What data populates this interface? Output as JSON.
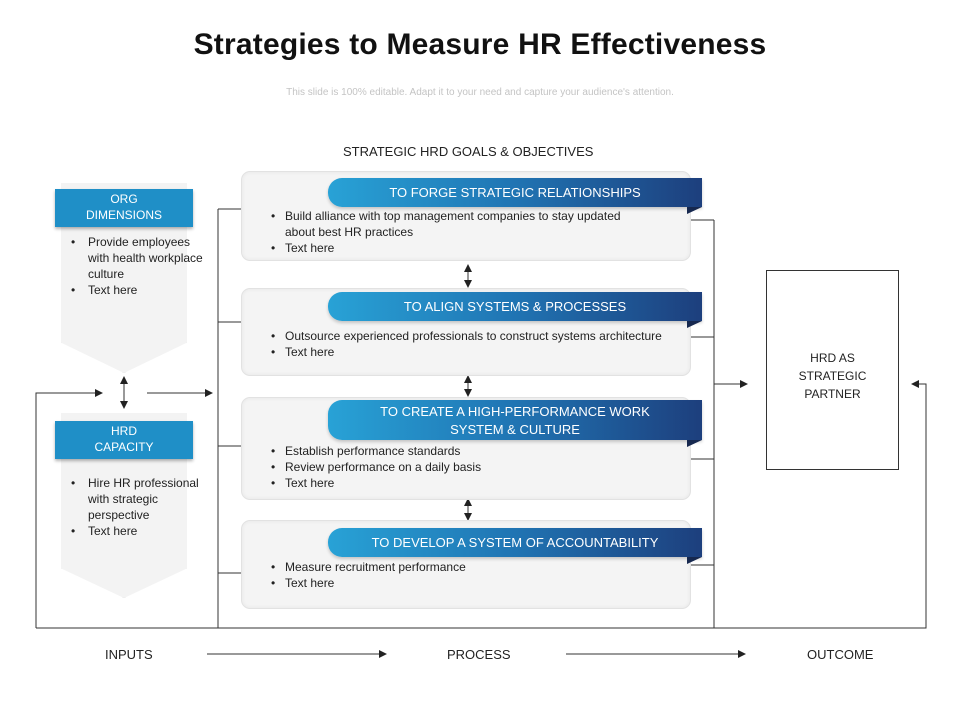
{
  "title": "Strategies to Measure HR Effectiveness",
  "subtitle": "This slide is 100% editable. Adapt it to your need and capture your audience's attention.",
  "goals_header": "STRATEGIC HRD GOALS & OBJECTIVES",
  "inputs": [
    {
      "label": "ORG\nDIMENSIONS",
      "items": [
        "Provide employees with health workplace culture",
        "Text here"
      ]
    },
    {
      "label": "HRD\nCAPACITY",
      "items": [
        "Hire HR professional with strategic perspective",
        "Text here"
      ]
    }
  ],
  "goals": [
    {
      "title": "TO FORGE STRATEGIC RELATIONSHIPS",
      "items": [
        "Build alliance with top management companies to stay updated about best HR  practices",
        "Text here"
      ]
    },
    {
      "title": "TO ALIGN SYSTEMS & PROCESSES",
      "items": [
        "Outsource experienced  professionals to construct systems architecture",
        "Text here"
      ]
    },
    {
      "title": "TO CREATE A HIGH-PERFORMANCE WORK SYSTEM & CULTURE",
      "items": [
        "Establish performance standards",
        "Review performance on a daily basis",
        "Text here"
      ]
    },
    {
      "title": "TO DEVELOP A SYSTEM OF ACCOUNTABILITY",
      "items": [
        "Measure recruitment performance",
        "Text here"
      ]
    }
  ],
  "outcome": "HRD AS\nSTRATEGIC\nPARTNER",
  "stages": {
    "inputs": "INPUTS",
    "process": "PROCESS",
    "outcome": "OUTCOME"
  },
  "colors": {
    "accent": "#1f8fc7",
    "ribbon_start": "#28a2d6",
    "ribbon_end": "#1d3f7d"
  }
}
